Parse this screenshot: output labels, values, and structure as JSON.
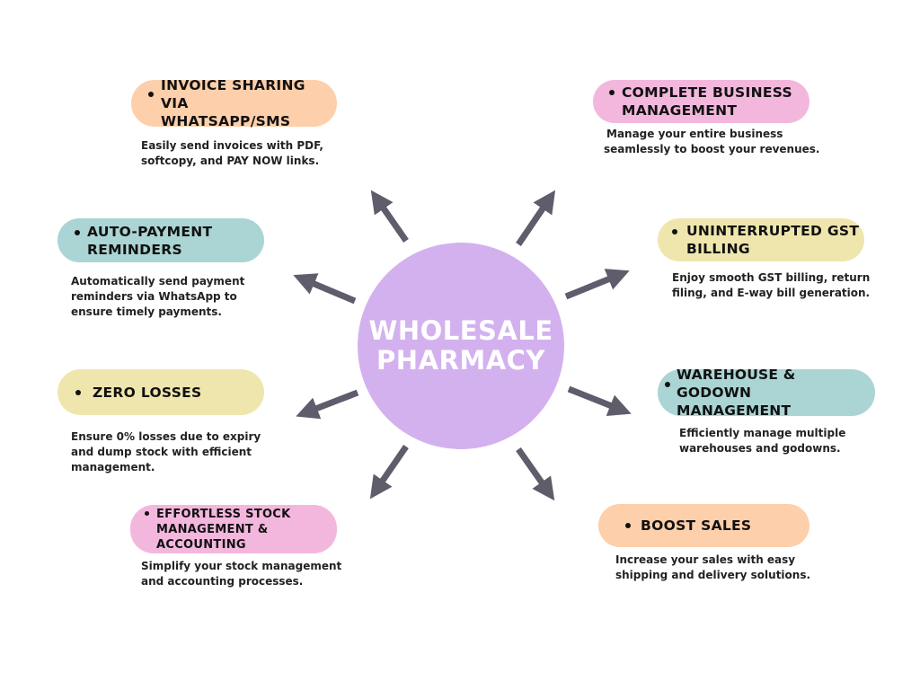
{
  "hub": {
    "line1": "WHOLESALE",
    "line2": "PHARMACY"
  },
  "colors": {
    "hub": "#d3b1ef",
    "arrow": "#5f5c6b",
    "peach": "#fdcfaa",
    "pink": "#f3b7dd",
    "teal": "#abd4d4",
    "yellow": "#efe6ae"
  },
  "features": {
    "invoice": {
      "title_line1": "INVOICE SHARING VIA",
      "title_line2": "WHATSAPP/SMS",
      "desc_line1": "Easily send invoices with PDF,",
      "desc_line2": "softcopy, and PAY NOW links."
    },
    "business": {
      "title_line1": "COMPLETE BUSINESS",
      "title_line2": "MANAGEMENT",
      "desc_line1": "Manage your entire business",
      "desc_line2": "seamlessly to boost your revenues."
    },
    "reminders": {
      "title_line1": "AUTO-PAYMENT",
      "title_line2": "REMINDERS",
      "desc_line1": "Automatically send payment",
      "desc_line2": "reminders via WhatsApp to",
      "desc_line3": "ensure timely payments."
    },
    "gst": {
      "title_line1": "UNINTERRUPTED GST",
      "title_line2": "BILLING",
      "desc_line1": "Enjoy smooth GST billing, return",
      "desc_line2": "filing, and E-way bill generation."
    },
    "losses": {
      "title_line1": "ZERO LOSSES",
      "desc_line1": "Ensure 0% losses due to expiry",
      "desc_line2": "and dump stock with efficient",
      "desc_line3": "management."
    },
    "warehouse": {
      "title_line1": "WAREHOUSE & GODOWN",
      "title_line2": "MANAGEMENT",
      "desc_line1": "Efficiently manage multiple",
      "desc_line2": "warehouses and godowns."
    },
    "stock": {
      "title_line1": "EFFORTLESS STOCK",
      "title_line2": "MANAGEMENT &",
      "title_line3": "ACCOUNTING",
      "desc_line1": "Simplify your stock management",
      "desc_line2": "and accounting processes."
    },
    "sales": {
      "title_line1": "BOOST SALES",
      "desc_line1": "Increase your sales with easy",
      "desc_line2": "shipping and delivery solutions."
    }
  }
}
